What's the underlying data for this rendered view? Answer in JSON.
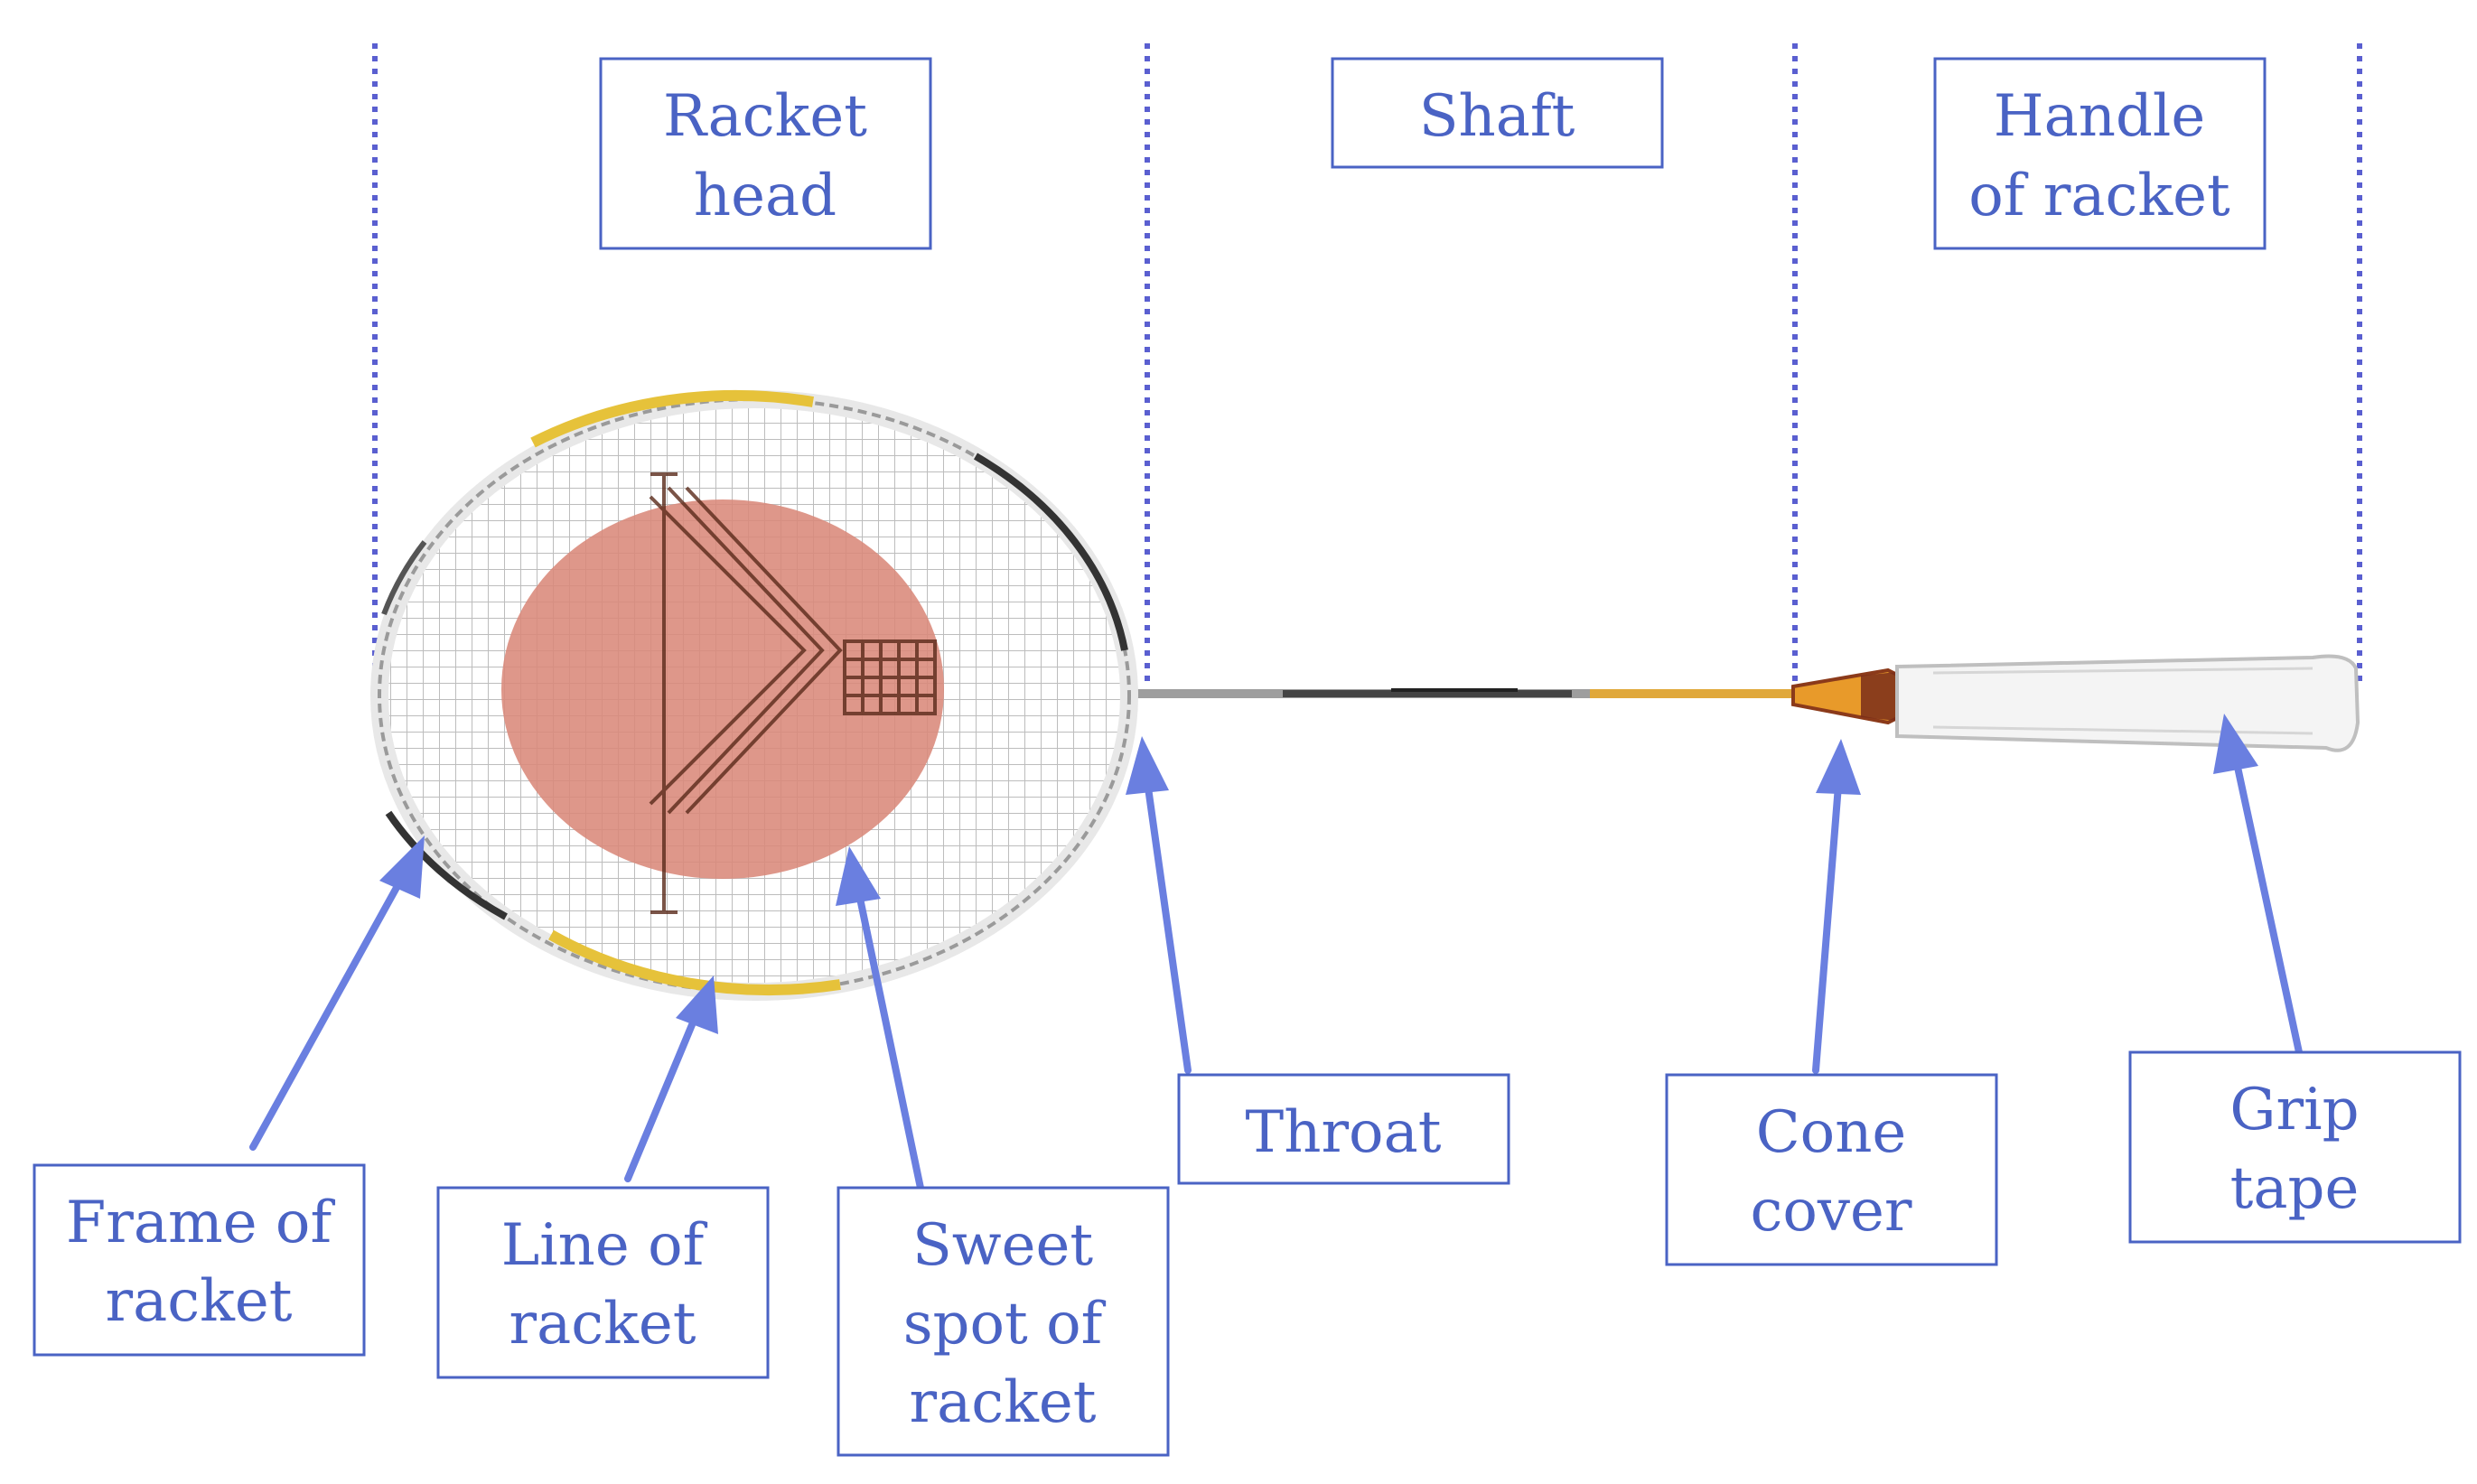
{
  "colors": {
    "label_text": "#4a63c4",
    "box_border": "#4a63c4",
    "divider": "#5a5fd0",
    "arrow": "#6a7fe0",
    "sweet_spot": "#d9897a",
    "frame_yellow": "#e6c23a",
    "frame_dark": "#333333",
    "grip": "#f2f2f2"
  },
  "sections": {
    "racket_head": [
      "Racket",
      "head"
    ],
    "shaft": [
      "Shaft"
    ],
    "handle": [
      "Handle",
      "of racket"
    ]
  },
  "callouts": {
    "frame": [
      "Frame of",
      "racket"
    ],
    "line": [
      "Line of",
      "racket"
    ],
    "sweet_spot": [
      "Sweet",
      "spot of",
      "racket"
    ],
    "throat": [
      "Throat"
    ],
    "cone_cover": [
      "Cone",
      "cover"
    ],
    "grip_tape": [
      "Grip",
      "tape"
    ]
  }
}
